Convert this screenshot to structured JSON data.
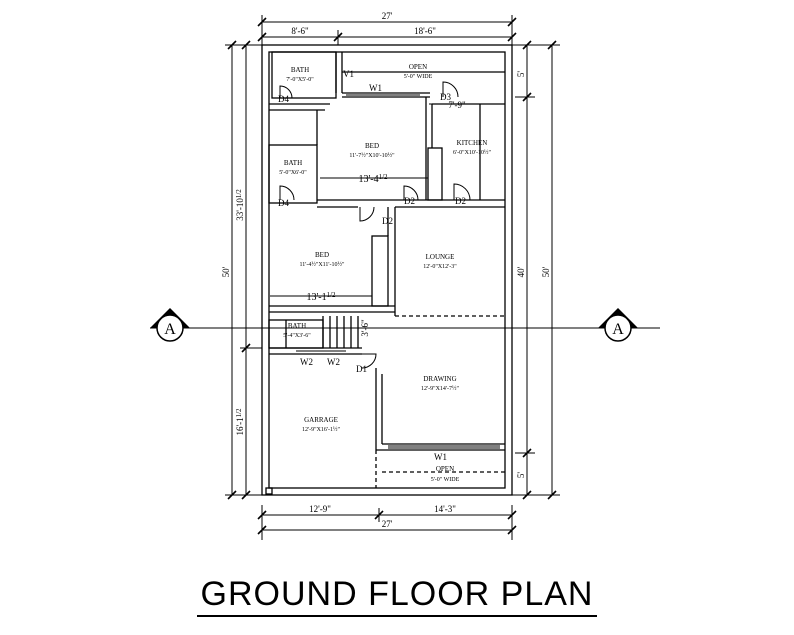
{
  "title": "GROUND FLOOR PLAN",
  "dimensions": {
    "top_total": "27'",
    "top_left": "8'-6\"",
    "top_right": "18'-6\"",
    "bottom_total": "27'",
    "bottom_left": "12'-9\"",
    "bottom_right": "14'-3\"",
    "left_outer": "50'",
    "left_upper": "33'-10",
    "left_upper_frac": "1/2",
    "left_lower": "16'-1",
    "left_lower_frac": "1/2",
    "right_outer": "50'",
    "right_mid": "40'",
    "right_top": "5'",
    "right_bottom": "5'",
    "kitchen_width": "7'-9\"",
    "bed_width": "13'-4",
    "bed_width_frac": "1/2",
    "bed2_width": "13'-1",
    "bed2_width_frac": "1/2",
    "stair_dim": "3'-6\""
  },
  "rooms": {
    "bath1_name": "BATH",
    "bath1_size": "7'-0\"X5'-0\"",
    "open_top_name": "OPEN",
    "open_top_size": "5'-0\" WIDE",
    "bed1_name": "BED",
    "bed1_size": "11'-7½\"X10'-10½\"",
    "kitchen_name": "KITCHEN",
    "kitchen_size": "6'-0\"X10'-10½\"",
    "bath2_name": "BATH",
    "bath2_size": "5'-0\"X6'-0\"",
    "bed2_name": "BED",
    "bed2_size": "11'-4½\"X11'-10½\"",
    "lounge_name": "LOUNGE",
    "lounge_size": "12'-0\"X12'-3\"",
    "bath3_name": "BATH",
    "bath3_size": "5'-4\"X3'-6\"",
    "drawing_name": "DRAWING",
    "drawing_size": "12'-9\"X14'-7½\"",
    "garrage_name": "GARRAGE",
    "garrage_size": "12'-9\"X16'-1½\"",
    "open_bottom_name": "OPEN",
    "open_bottom_size": "5'-0\" WIDE"
  },
  "tags": {
    "v1": "V1",
    "w1_top": "W1",
    "d4_a": "D4",
    "d3": "D3",
    "d4_b": "D4",
    "d2_a": "D2",
    "d2_b": "D2",
    "d2_c": "D2",
    "w2_a": "W2",
    "w2_b": "W2",
    "d1": "D1",
    "w1_bottom": "W1"
  },
  "section": {
    "left": "A",
    "right": "A"
  }
}
